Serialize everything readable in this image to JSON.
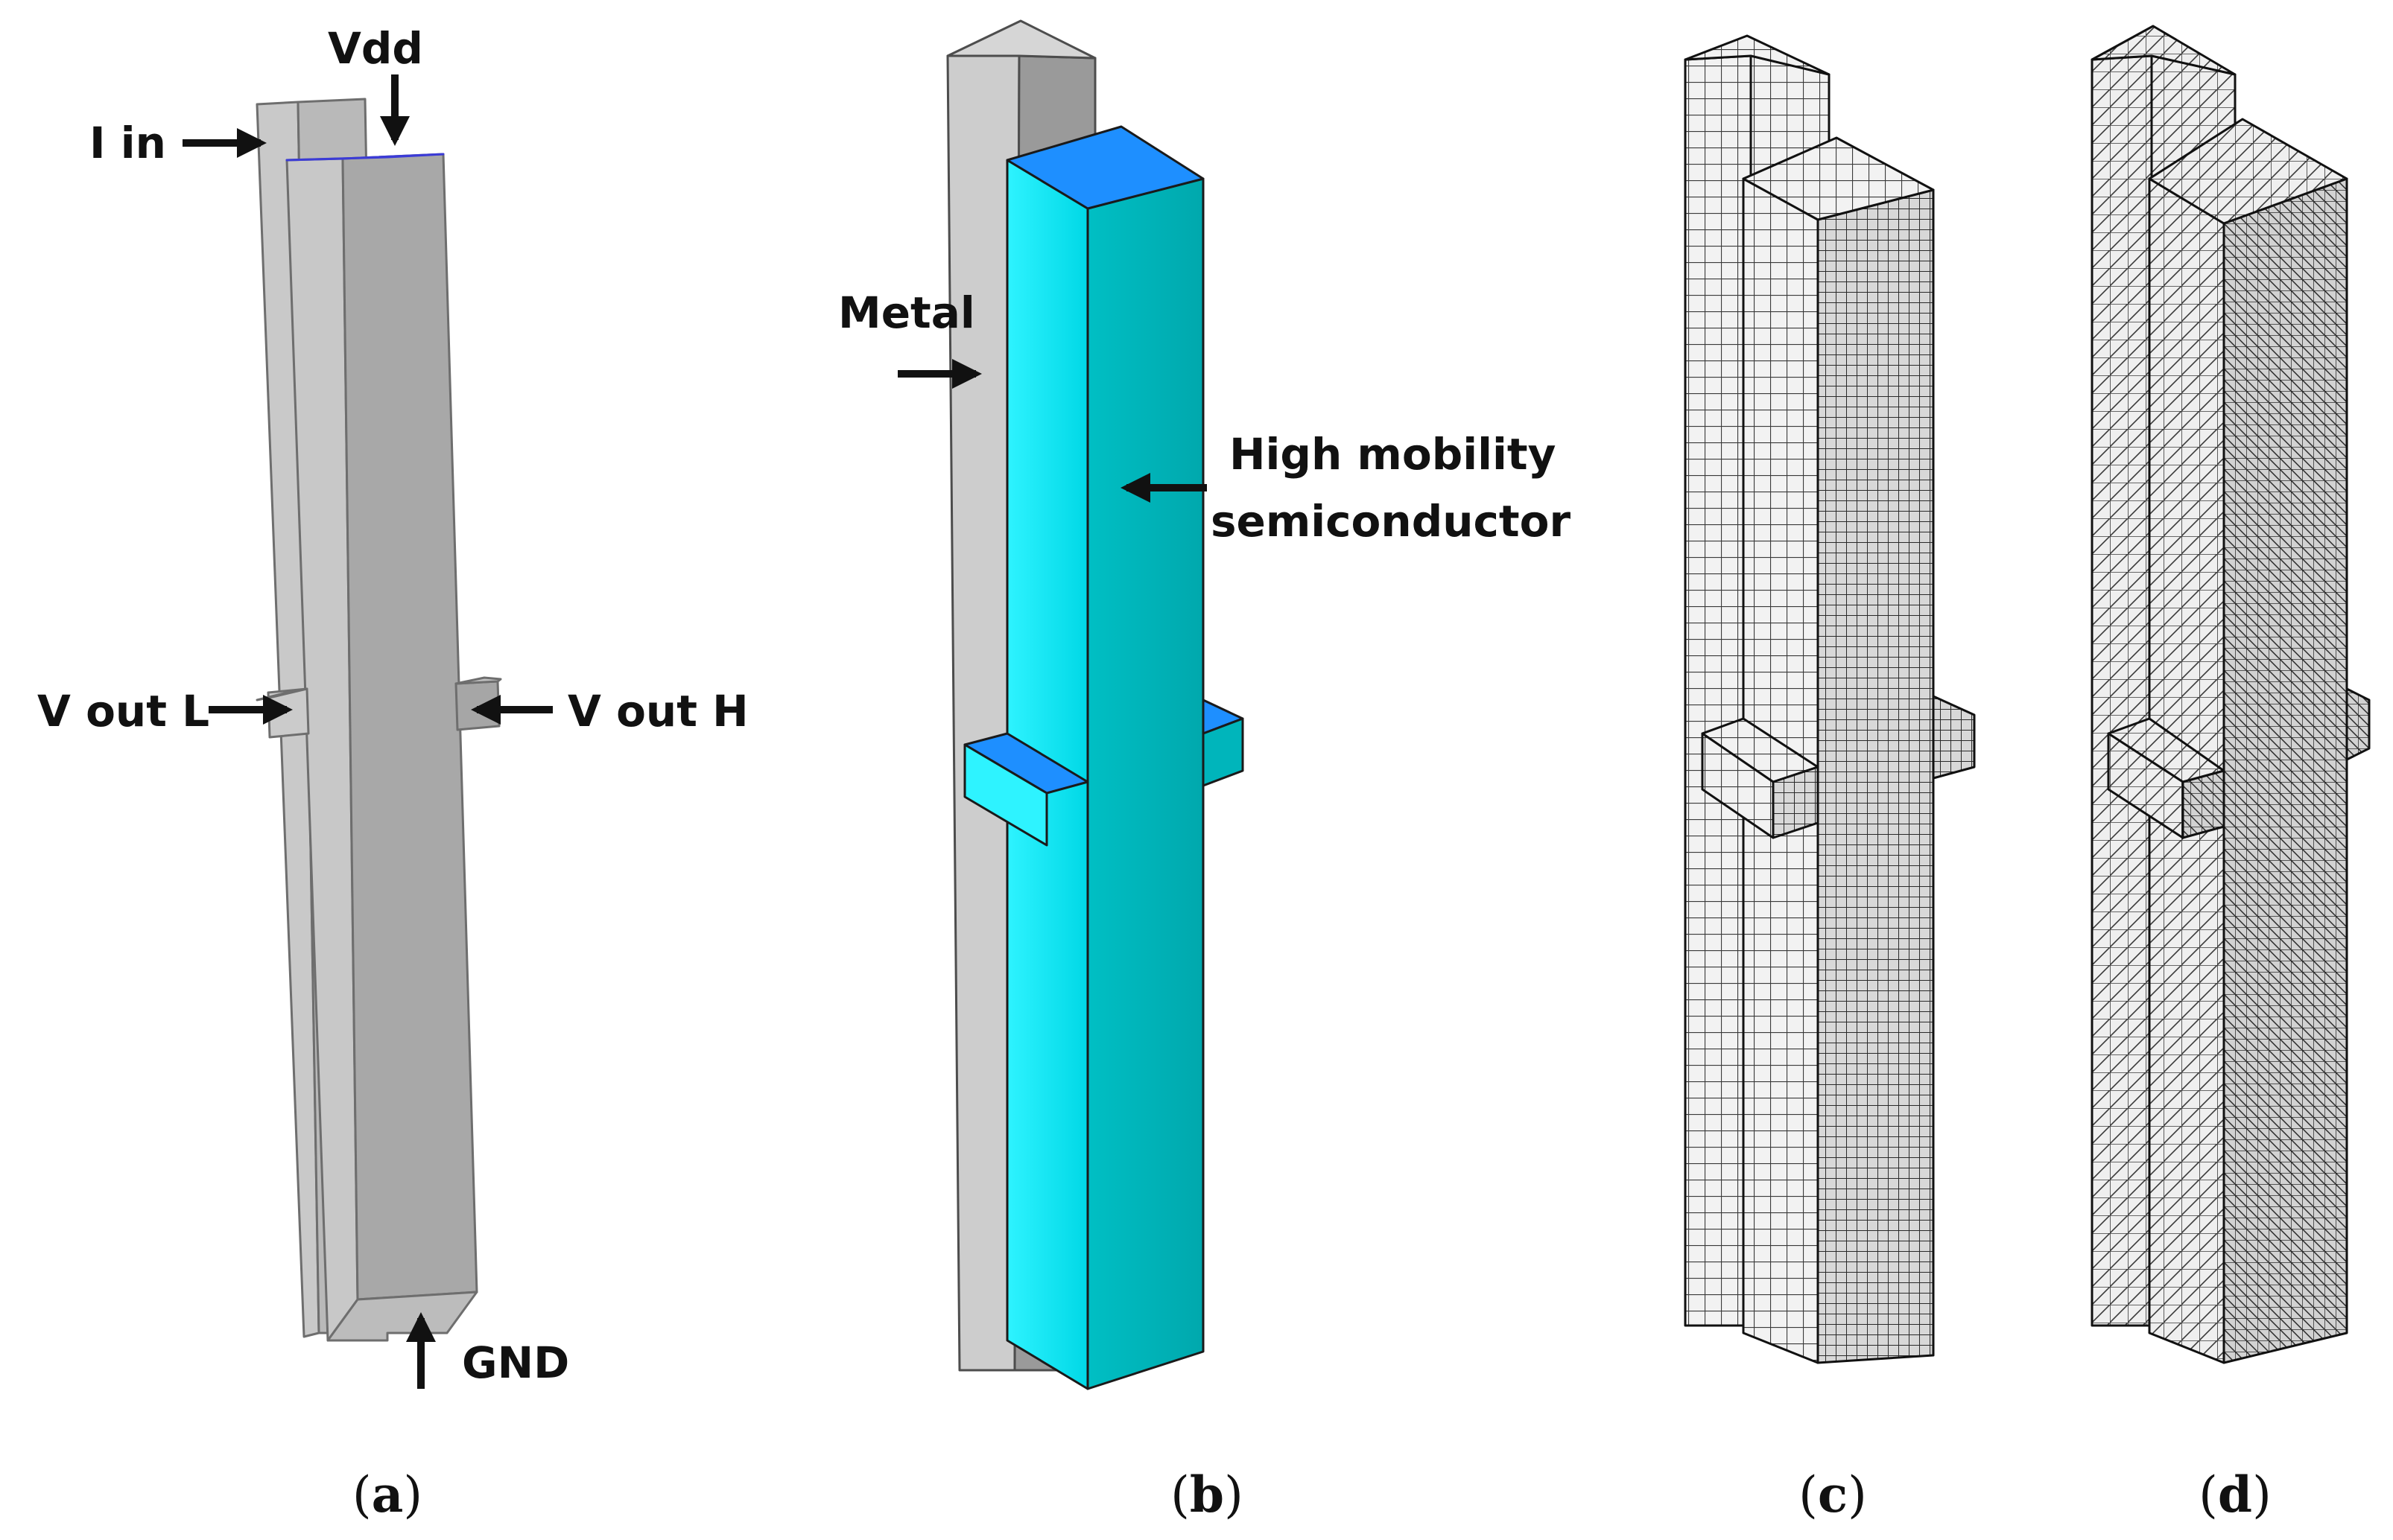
{
  "panel_a": {
    "labels": {
      "vdd": "Vdd",
      "i_in": "I in",
      "v_out_l": "V out L",
      "v_out_h": "V out H",
      "gnd": "GND"
    },
    "caption": "a"
  },
  "panel_b": {
    "labels": {
      "metal": "Metal",
      "semi_line1": "High mobility",
      "semi_line2": "semiconductor"
    },
    "caption": "b"
  },
  "panel_c": {
    "caption": "c"
  },
  "panel_d": {
    "caption": "d"
  },
  "colors": {
    "metal_gray": "#bdbdbd",
    "semiconductor_cyan": "#00e5ee",
    "semiconductor_top": "#1e90ff",
    "mesh_line": "#333333"
  }
}
